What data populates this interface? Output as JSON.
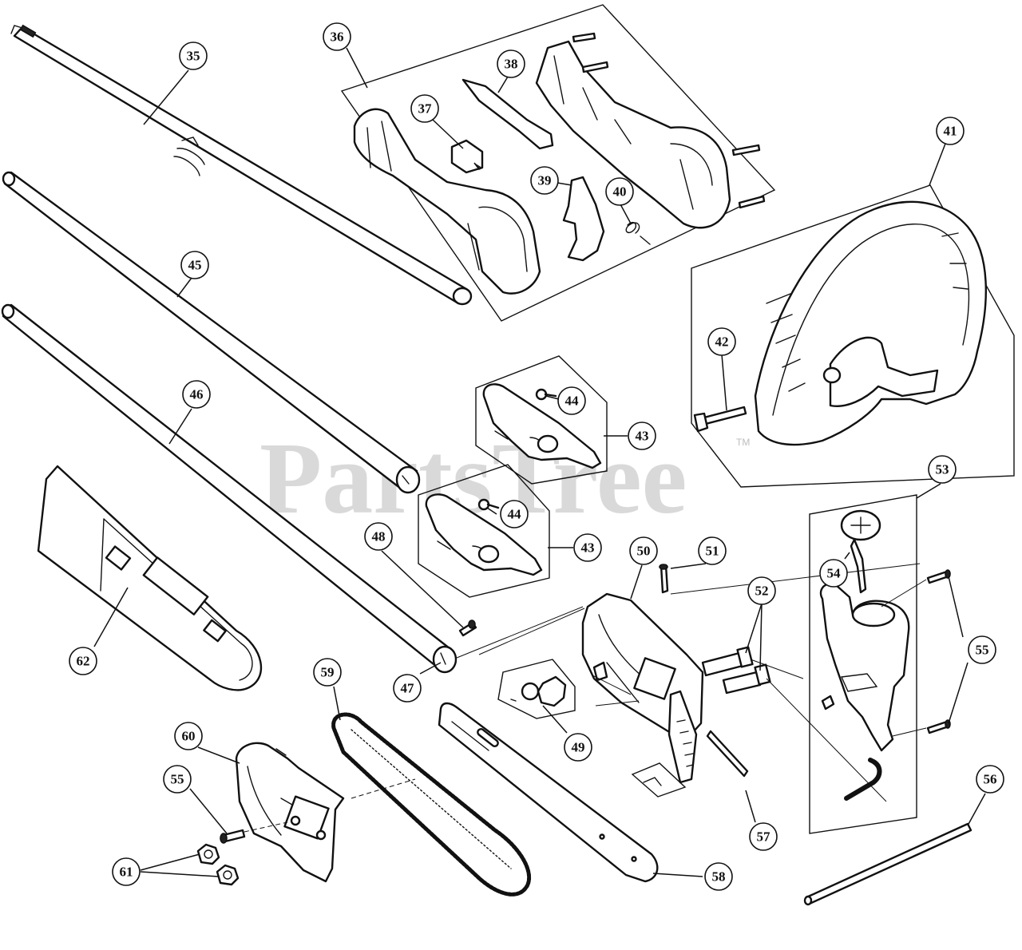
{
  "watermark": {
    "text": "PartsTree",
    "trademark": "TM",
    "color": "#d9d9d9"
  },
  "callouts": [
    {
      "label": "35"
    },
    {
      "label": "36"
    },
    {
      "label": "37"
    },
    {
      "label": "38"
    },
    {
      "label": "39"
    },
    {
      "label": "40"
    },
    {
      "label": "41"
    },
    {
      "label": "42"
    },
    {
      "label": "43"
    },
    {
      "label": "43"
    },
    {
      "label": "44"
    },
    {
      "label": "44"
    },
    {
      "label": "45"
    },
    {
      "label": "46"
    },
    {
      "label": "47"
    },
    {
      "label": "48"
    },
    {
      "label": "49"
    },
    {
      "label": "50"
    },
    {
      "label": "51"
    },
    {
      "label": "52"
    },
    {
      "label": "53"
    },
    {
      "label": "54"
    },
    {
      "label": "55"
    },
    {
      "label": "55"
    },
    {
      "label": "56"
    },
    {
      "label": "57"
    },
    {
      "label": "58"
    },
    {
      "label": "59"
    },
    {
      "label": "60"
    },
    {
      "label": "61"
    },
    {
      "label": "62"
    }
  ]
}
